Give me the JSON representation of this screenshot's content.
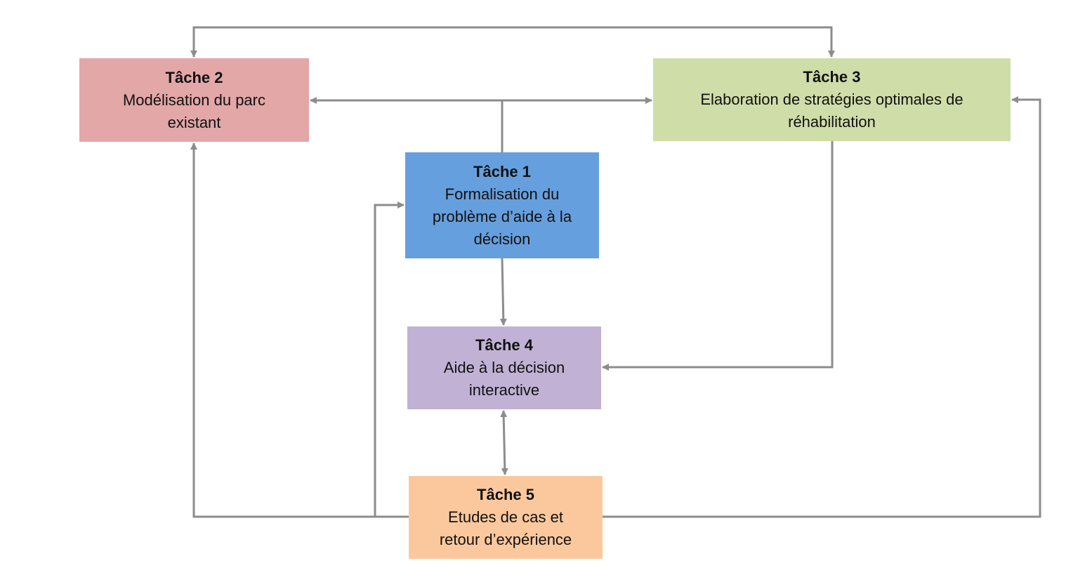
{
  "colors": {
    "connector": "#8c8c8c",
    "tache1": "#669fdd",
    "tache2": "#e3a7a7",
    "tache3": "#cfdda9",
    "tache4": "#c1b2d5",
    "tache5": "#fbc89d"
  },
  "tasks": {
    "t1": {
      "title": "Tâche 1",
      "lines": [
        "Formalisation du",
        "problème d’aide à la",
        "décision"
      ]
    },
    "t2": {
      "title": "Tâche 2",
      "lines": [
        "Modélisation du parc",
        "existant"
      ]
    },
    "t3": {
      "title": "Tâche 3",
      "lines": [
        "Elaboration de stratégies optimales de",
        "réhabilitation"
      ]
    },
    "t4": {
      "title": "Tâche 4",
      "lines": [
        "Aide à la décision",
        "interactive"
      ]
    },
    "t5": {
      "title": "Tâche 5",
      "lines": [
        "Etudes de cas et",
        "retour d’expérience"
      ]
    }
  }
}
